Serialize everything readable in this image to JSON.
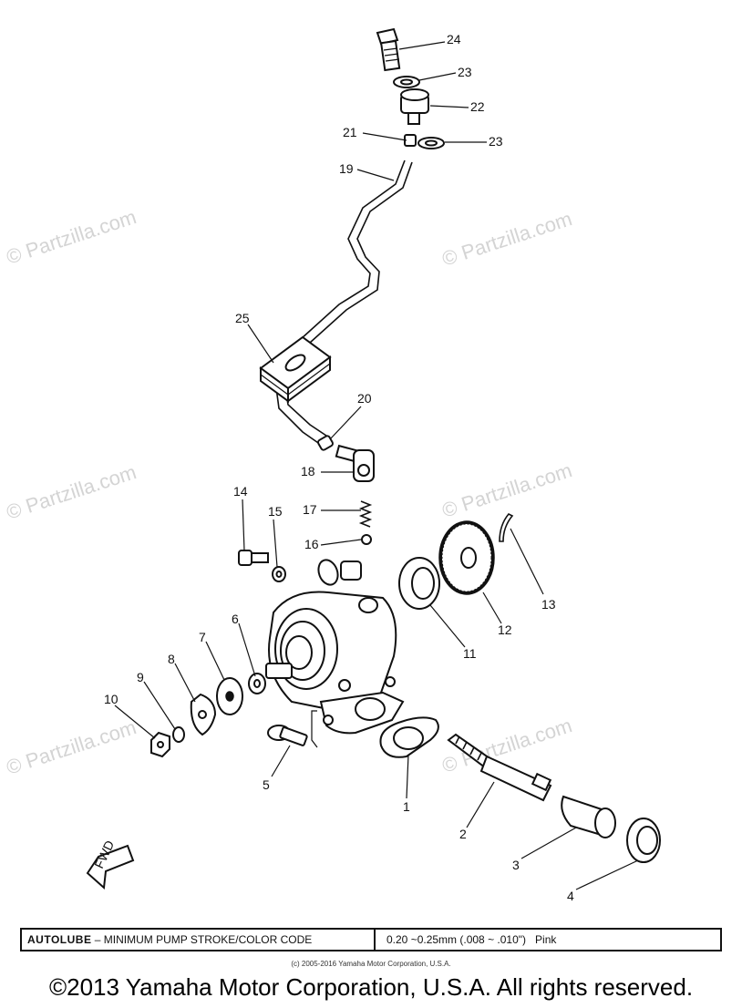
{
  "watermark": "© Partzilla.com",
  "fwd_label": "FWD",
  "callouts": {
    "c1": "1",
    "c2": "2",
    "c3": "3",
    "c4": "4",
    "c5": "5",
    "c6": "6",
    "c7": "7",
    "c8": "8",
    "c9": "9",
    "c10": "10",
    "c11": "11",
    "c12": "12",
    "c13": "13",
    "c14": "14",
    "c15": "15",
    "c16": "16",
    "c17": "17",
    "c18": "18",
    "c19": "19",
    "c20": "20",
    "c21": "21",
    "c22": "22",
    "c23a": "23",
    "c23b": "23",
    "c24": "24",
    "c25": "25"
  },
  "table": {
    "label_bold": "AUTOLUBE",
    "label_rest": " – MINIMUM PUMP STROKE/COLOR CODE",
    "value": "0.20 ~0.25mm (.008 ~ .010\")   Pink"
  },
  "small_copyright": "(c) 2005-2016 Yamaha Motor Corporation, U.S.A.",
  "copyright": "©2013 Yamaha Motor Corporation, U.S.A. All rights reserved."
}
